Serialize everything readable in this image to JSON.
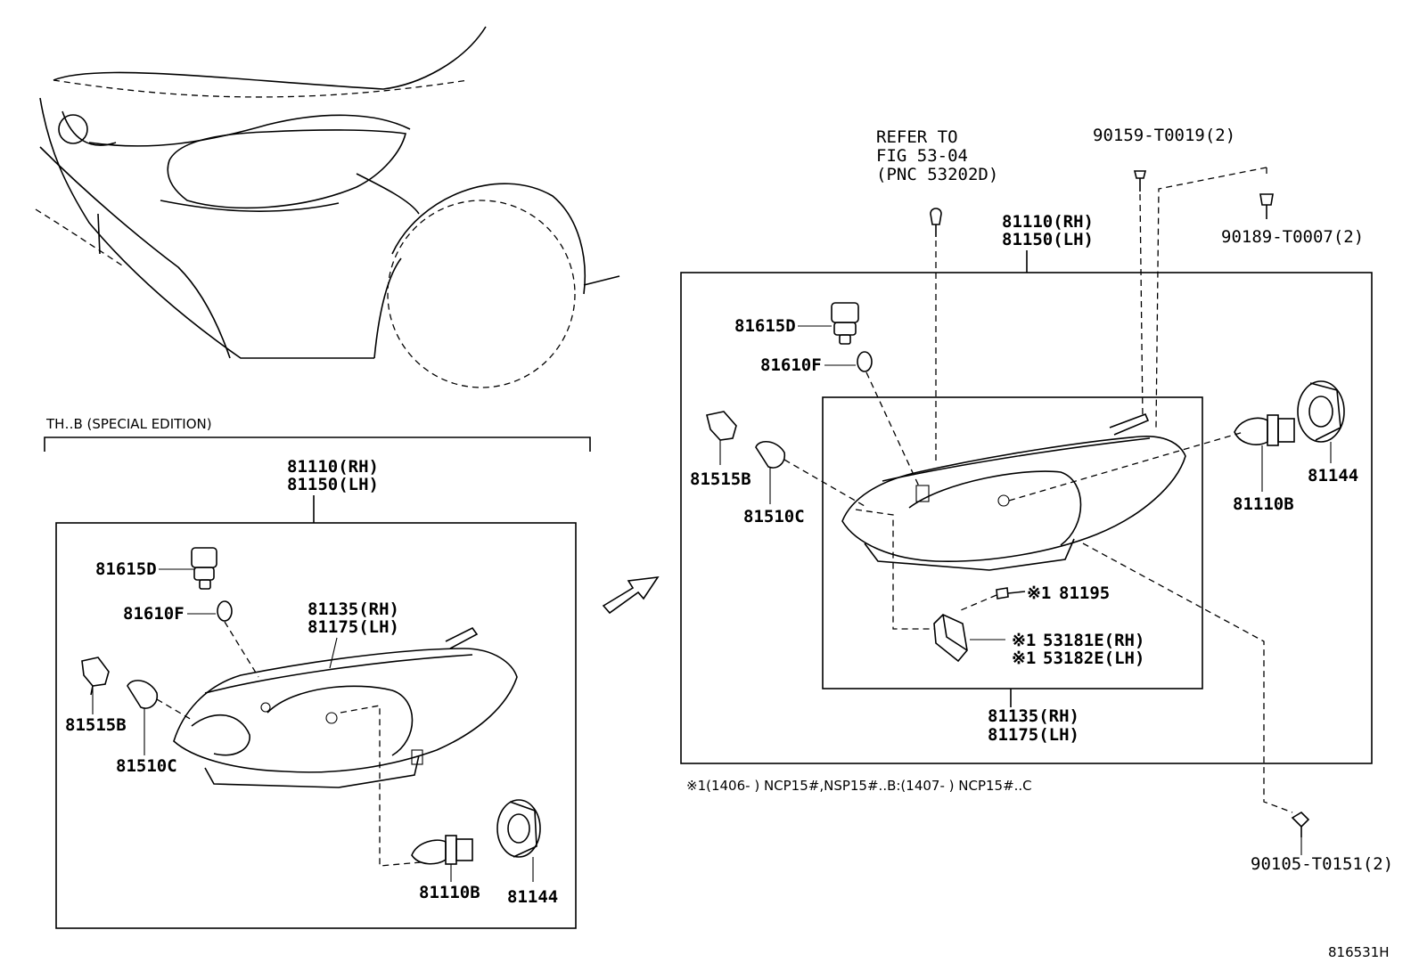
{
  "left_section": {
    "bracket_title": "TH‥B (SPECIAL EDITION)",
    "assembly_rh": "81110(RH)",
    "assembly_lh": "81150(LH)",
    "unit_rh": "81135(RH)",
    "unit_lh": "81175(LH)",
    "parts": {
      "socket_d": "81615D",
      "bulb_f": "81610F",
      "socket_b": "81515B",
      "bulb_c": "81510C",
      "bulb_h": "81110B",
      "cover": "81144"
    }
  },
  "right_section": {
    "refer_line1": "REFER TO",
    "refer_line2": "FIG 53-04",
    "refer_line3": "(PNC 53202D)",
    "screw_top": "90159-T0019(2)",
    "clip_top": "90189-T0007(2)",
    "assembly_rh": "81110(RH)",
    "assembly_lh": "81150(LH)",
    "unit_rh": "81135(RH)",
    "unit_lh": "81175(LH)",
    "parts": {
      "socket_d": "81615D",
      "bulb_f": "81610F",
      "socket_b": "81515B",
      "bulb_c": "81510C",
      "bulb_h": "81110B",
      "cover": "81144",
      "screw": "81195",
      "bracket_rh": "53181E(RH)",
      "bracket_lh": "53182E(LH)",
      "bolt": "90105-T0151(2)"
    },
    "mark": "※1",
    "footnote": "※1(1406-         ) NCP15#,NSP15#..B:(1407-         ) NCP15#..C"
  },
  "figure_id": "816531H"
}
